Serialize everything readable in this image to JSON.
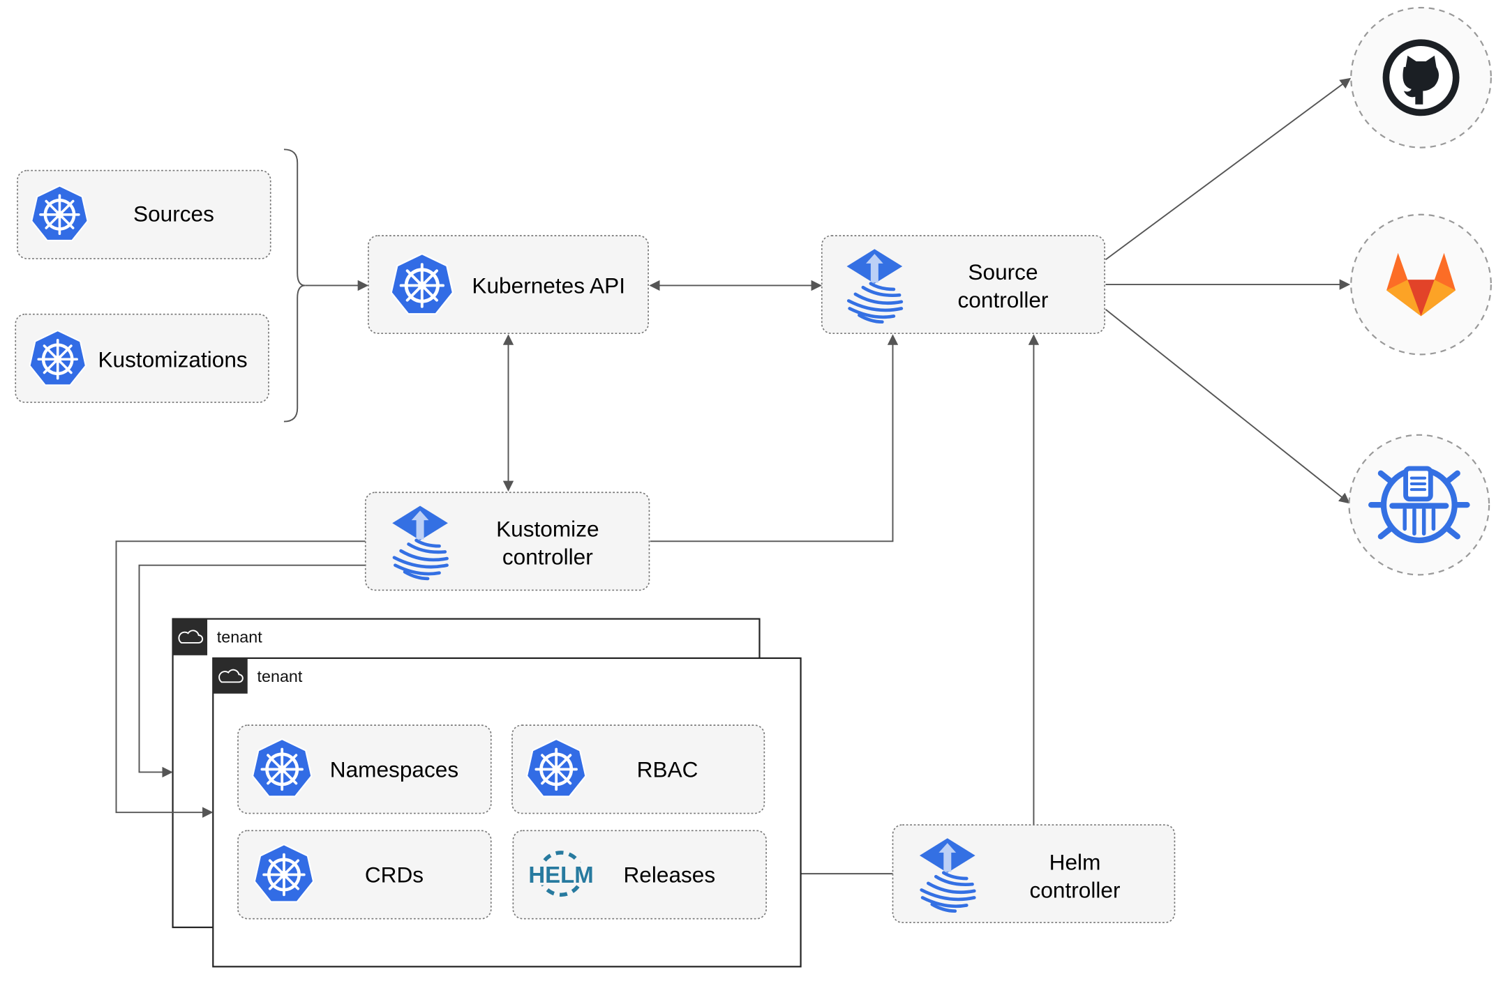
{
  "colors": {
    "k8s_blue": "#326ce5",
    "flux_blue": "#3470e3",
    "github": "#1b1f24",
    "helm": "#277a9f"
  },
  "resources": {
    "sources": "Sources",
    "kustomizations": "Kustomizations"
  },
  "nodes": {
    "kubernetes_api": "Kubernetes API",
    "source_controller": [
      "Source",
      "controller"
    ],
    "kustomize_controller": [
      "Kustomize",
      "controller"
    ],
    "helm_controller": [
      "Helm",
      "controller"
    ]
  },
  "tenants": [
    {
      "label": "tenant"
    },
    {
      "label": "tenant"
    }
  ],
  "tenant_items": {
    "namespaces": "Namespaces",
    "rbac": "RBAC",
    "crds": "CRDs",
    "releases": "Releases"
  },
  "helm_logo": "HELM",
  "external": {
    "github": "github-icon",
    "gitlab": "gitlab-icon",
    "bucket": "bucket-icon"
  }
}
